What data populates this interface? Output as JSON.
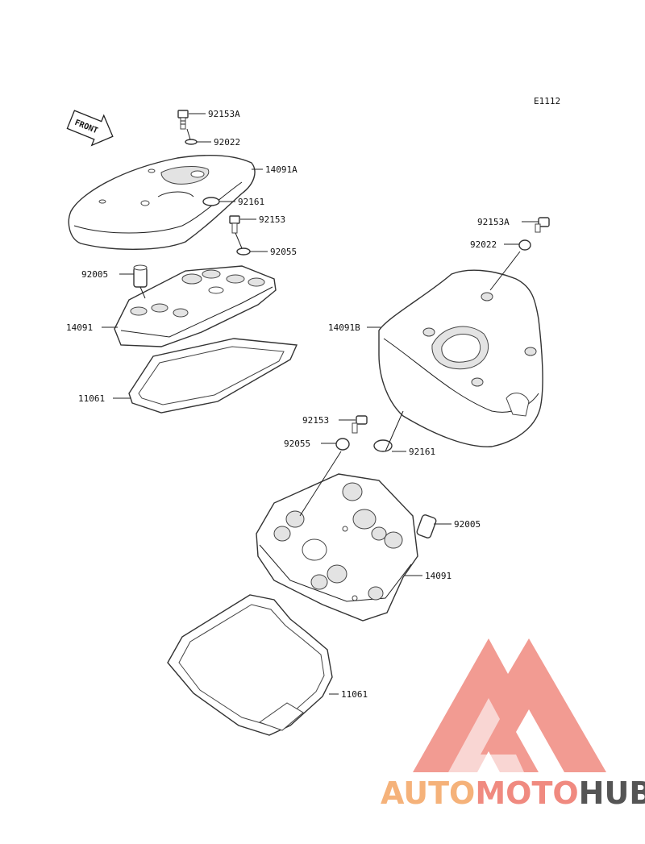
{
  "diagram_code": "E1112",
  "front_label": "FRONT",
  "callouts": [
    {
      "id": "c1",
      "text": "92153A"
    },
    {
      "id": "c2",
      "text": "92022"
    },
    {
      "id": "c3",
      "text": "14091A"
    },
    {
      "id": "c4",
      "text": "92161"
    },
    {
      "id": "c5",
      "text": "92153"
    },
    {
      "id": "c6",
      "text": "92055"
    },
    {
      "id": "c7",
      "text": "92005"
    },
    {
      "id": "c8",
      "text": "14091"
    },
    {
      "id": "c9",
      "text": "11061"
    },
    {
      "id": "c10",
      "text": "92153A"
    },
    {
      "id": "c11",
      "text": "92022"
    },
    {
      "id": "c12",
      "text": "14091B"
    },
    {
      "id": "c13",
      "text": "92153"
    },
    {
      "id": "c14",
      "text": "92055"
    },
    {
      "id": "c15",
      "text": "92161"
    },
    {
      "id": "c16",
      "text": "92005"
    },
    {
      "id": "c17",
      "text": "14091"
    },
    {
      "id": "c18",
      "text": "11061"
    }
  ],
  "watermark": {
    "part1": "AUTO",
    "part2": "MOTO",
    "part3": "HUB",
    "color1": "#f5b27a",
    "color2": "#f08a80",
    "color3": "#555555"
  }
}
